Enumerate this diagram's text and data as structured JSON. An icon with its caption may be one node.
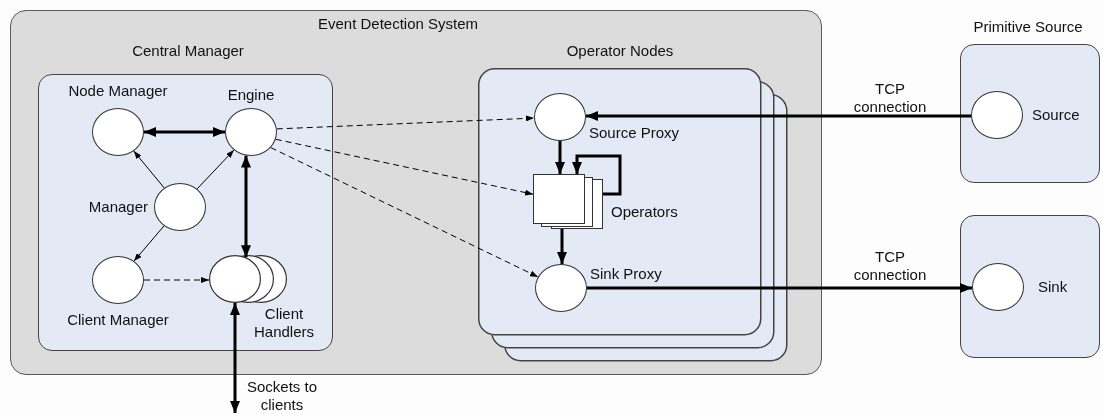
{
  "diagram": {
    "nodes": [
      {
        "text": [
          "Event Detection System"
        ]
      },
      {
        "text": [
          "Central Manager"
        ],
        "in": 0
      },
      {
        "text": [
          "Node Manager"
        ],
        "in": 1
      },
      {
        "text": [
          "Engine"
        ],
        "in": 1
      },
      {
        "text": [
          "Manager"
        ],
        "in": 1
      },
      {
        "text": [
          "Client Manager"
        ],
        "in": 1
      },
      {
        "text": [
          "Client Handlers"
        ],
        "in": 1
      },
      {
        "text": [
          "Operator Nodes"
        ],
        "in": 0
      },
      {
        "text": [
          "Source Proxy"
        ],
        "in": 7
      },
      {
        "text": [
          "Operators"
        ],
        "in": 7
      },
      {
        "text": [
          "Sink Proxy"
        ],
        "in": 7
      },
      {
        "text": [
          "Primitive Source"
        ]
      },
      {
        "text": [
          "Source"
        ],
        "in": 11
      },
      {
        "text": [],
        "shape": "box"
      },
      {
        "text": [
          "Sink"
        ],
        "in": 13
      }
    ],
    "edges": [
      {
        "from": 2,
        "to": 3,
        "arrow": "both"
      },
      {
        "from": 4,
        "to": 2,
        "arrow": "to"
      },
      {
        "from": 4,
        "to": 3,
        "arrow": "to"
      },
      {
        "from": 4,
        "to": 5,
        "arrow": "to"
      },
      {
        "from": 5,
        "to": 6,
        "arrow": "to",
        "style": "dashed"
      },
      {
        "from": 3,
        "to": 6,
        "arrow": "both"
      },
      {
        "from": null,
        "to": 6,
        "arrow": "both",
        "label": "Sockets to clients"
      },
      {
        "from": 3,
        "to": 8,
        "arrow": "to",
        "style": "dashed"
      },
      {
        "from": 3,
        "to": 9,
        "arrow": "to",
        "style": "dashed"
      },
      {
        "from": 3,
        "to": 10,
        "arrow": "to",
        "style": "dashed"
      },
      {
        "from": 12,
        "to": 8,
        "arrow": "to",
        "label": "TCP connection"
      },
      {
        "from": 8,
        "to": 9,
        "arrow": "to"
      },
      {
        "from": 9,
        "to": 9,
        "arrow": "to"
      },
      {
        "from": 9,
        "to": 10,
        "arrow": "to"
      },
      {
        "from": 10,
        "to": 14,
        "arrow": "to",
        "label": "TCP connection"
      }
    ]
  }
}
